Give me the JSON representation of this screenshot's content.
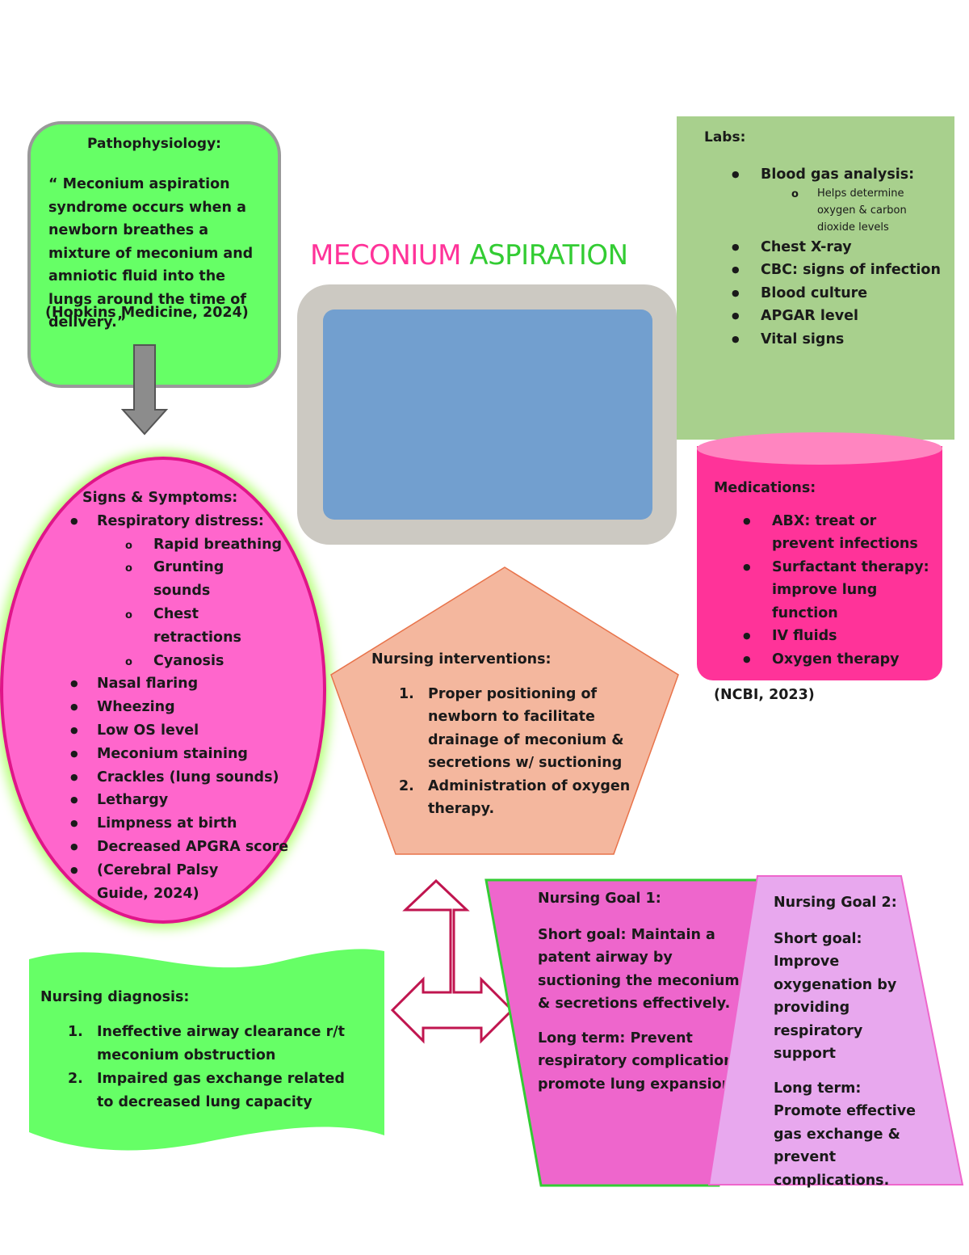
{
  "title": {
    "word1": "MECONIUM",
    "word2": "ASPIRATION"
  },
  "colors": {
    "pink": "#ff3399",
    "green": "#33cc33",
    "lime": "#66ff66",
    "sage": "#a8d08d",
    "blue": "#729fcf",
    "salmon": "#f4b79e",
    "orchid": "#ee66cc",
    "lavender": "#e8a8ee"
  },
  "pathophysiology": {
    "heading": "Pathophysiology:",
    "text": "“ Meconium aspiration syndrome occurs when a newborn breathes a mixture of meconium and amniotic fluid into the lungs around the time of delivery.”",
    "citation": "(Hopkins Medicine, 2024)"
  },
  "labs": {
    "heading": "Labs:",
    "items": [
      "Blood gas analysis:",
      "Chest X-ray",
      "CBC: signs of infection",
      "Blood culture",
      "APGAR level",
      "Vital signs"
    ],
    "blood_gas_sub": "Helps determine oxygen & carbon dioxide levels"
  },
  "medications": {
    "heading": "Medications:",
    "items": [
      "ABX: treat or prevent infections",
      "Surfactant therapy: improve lung function",
      "IV fluids",
      "Oxygen therapy"
    ],
    "citation": "(NCBI, 2023)"
  },
  "signs": {
    "heading": "Signs & Symptoms:",
    "resp": "Respiratory distress:",
    "resp_sub": [
      "Rapid breathing",
      "Grunting sounds",
      "Chest retractions",
      "Cyanosis"
    ],
    "items": [
      "Nasal flaring",
      "Wheezing",
      "Low OS level",
      "Meconium staining",
      "Crackles (lung sounds)",
      "Lethargy",
      "Limpness at birth",
      "Decreased APGRA score",
      "(Cerebral Palsy Guide, 2024)"
    ]
  },
  "interventions": {
    "heading": "Nursing interventions:",
    "items": [
      {
        "num": "1.",
        "text": "Proper positioning of newborn to facilitate drainage of meconium & secretions w/ suctioning"
      },
      {
        "num": "2.",
        "text": "Administration of oxygen therapy."
      }
    ]
  },
  "diagnosis": {
    "heading": "Nursing diagnosis:",
    "items": [
      {
        "num": "1.",
        "text": "Ineffective airway clearance r/t meconium obstruction"
      },
      {
        "num": "2.",
        "text": "Impaired gas exchange related to decreased lung capacity"
      }
    ]
  },
  "goal1": {
    "heading": "Nursing Goal 1:",
    "short": "Short goal: Maintain a patent airway by suctioning the meconium & secretions effectively.",
    "long": "Long term: Prevent respiratory complications, promote lung expansion."
  },
  "goal2": {
    "heading": "Nursing Goal 2:",
    "short": "Short goal: Improve oxygenation by providing respiratory support",
    "long": "Long term: Promote effective gas exchange & prevent complications."
  }
}
